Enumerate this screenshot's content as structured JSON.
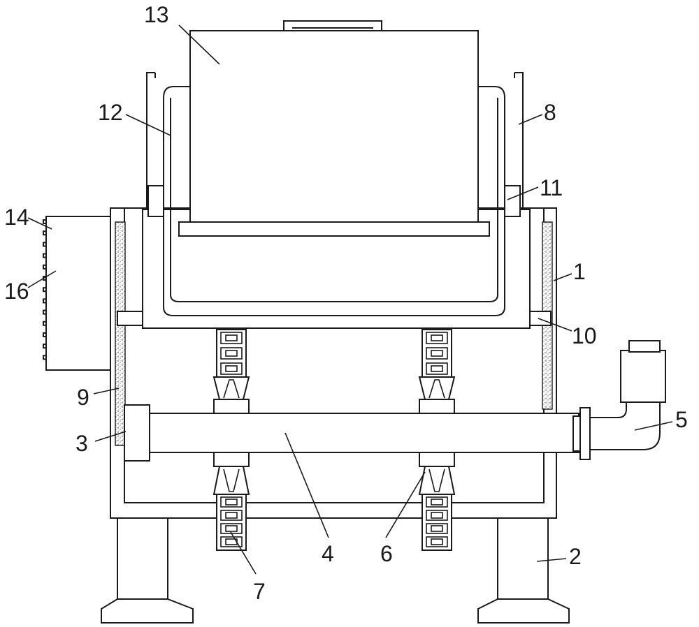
{
  "figure": {
    "background": "#ffffff",
    "line_color": "#1a1a1a",
    "parts": [
      {
        "id": "p1",
        "label": "1"
      },
      {
        "id": "p2",
        "label": "2"
      },
      {
        "id": "p3",
        "label": "3"
      },
      {
        "id": "p4",
        "label": "4"
      },
      {
        "id": "p5",
        "label": "5"
      },
      {
        "id": "p6",
        "label": "6"
      },
      {
        "id": "p7",
        "label": "7"
      },
      {
        "id": "p8",
        "label": "8"
      },
      {
        "id": "p9",
        "label": "9"
      },
      {
        "id": "p10",
        "label": "10"
      },
      {
        "id": "p11",
        "label": "11"
      },
      {
        "id": "p12",
        "label": "12"
      },
      {
        "id": "p13",
        "label": "13"
      },
      {
        "id": "p14",
        "label": "14"
      },
      {
        "id": "p16",
        "label": "16"
      }
    ]
  }
}
